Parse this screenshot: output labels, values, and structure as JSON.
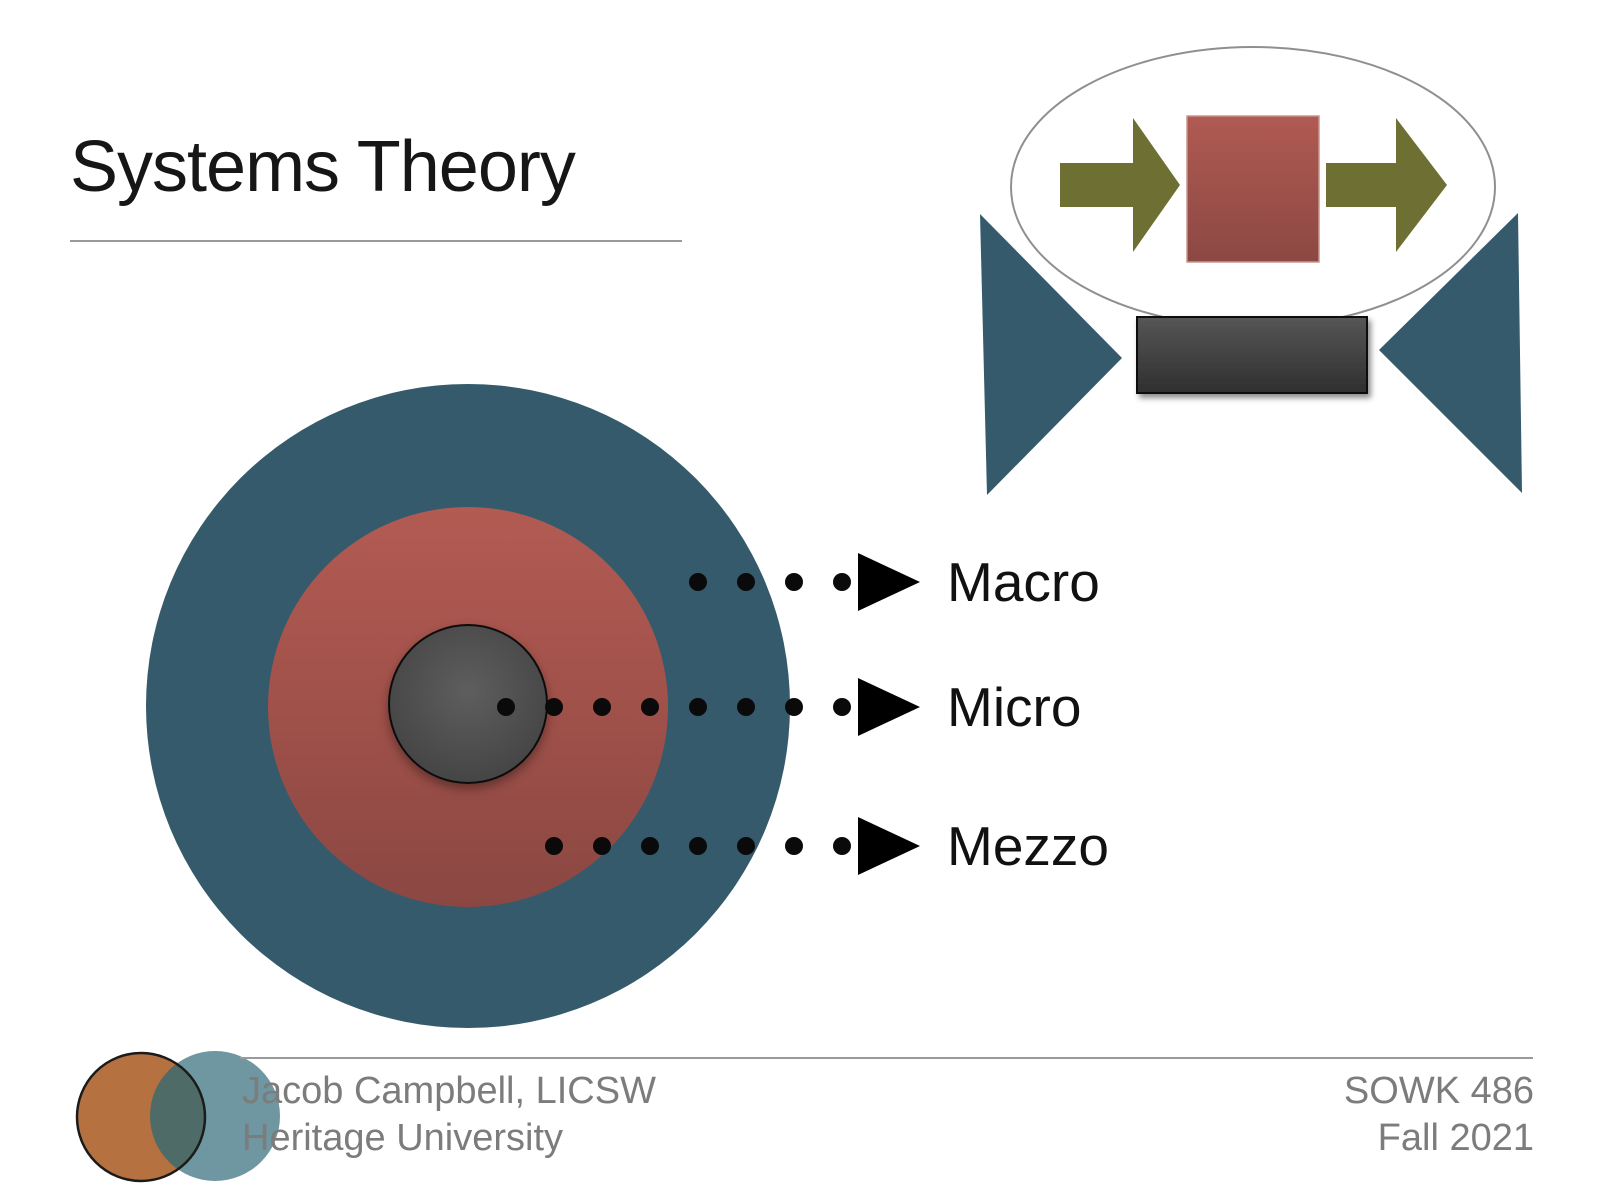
{
  "slide": {
    "title": "Systems Theory",
    "levels": [
      {
        "label": "Macro",
        "dots": 4
      },
      {
        "label": "Micro",
        "dots": 8
      },
      {
        "label": "Mezzo",
        "dots": 7
      }
    ],
    "footer": {
      "author": "Jacob Campbell, LICSW",
      "institution": "Heritage University",
      "course": "SOWK 486",
      "term": "Fall 2021"
    },
    "colors": {
      "macro_teal": "#345a6b",
      "mezzo_red": "#a2524b",
      "micro_gray": "#4c4c4c",
      "arrow_olive": "#6e7033",
      "diagram_square_red": "#a2524b",
      "diagram_rect_gray": "#424242",
      "ellipse_stroke": "#8f8f8f",
      "dotted_line_black": "#0a0a0a",
      "footer_text_gray": "#7c7c7c",
      "rule_gray": "#9a9a9a",
      "logo_orange": "#b5713f",
      "logo_teal": "#6f97a1",
      "logo_overlap": "#4f6b67"
    }
  }
}
